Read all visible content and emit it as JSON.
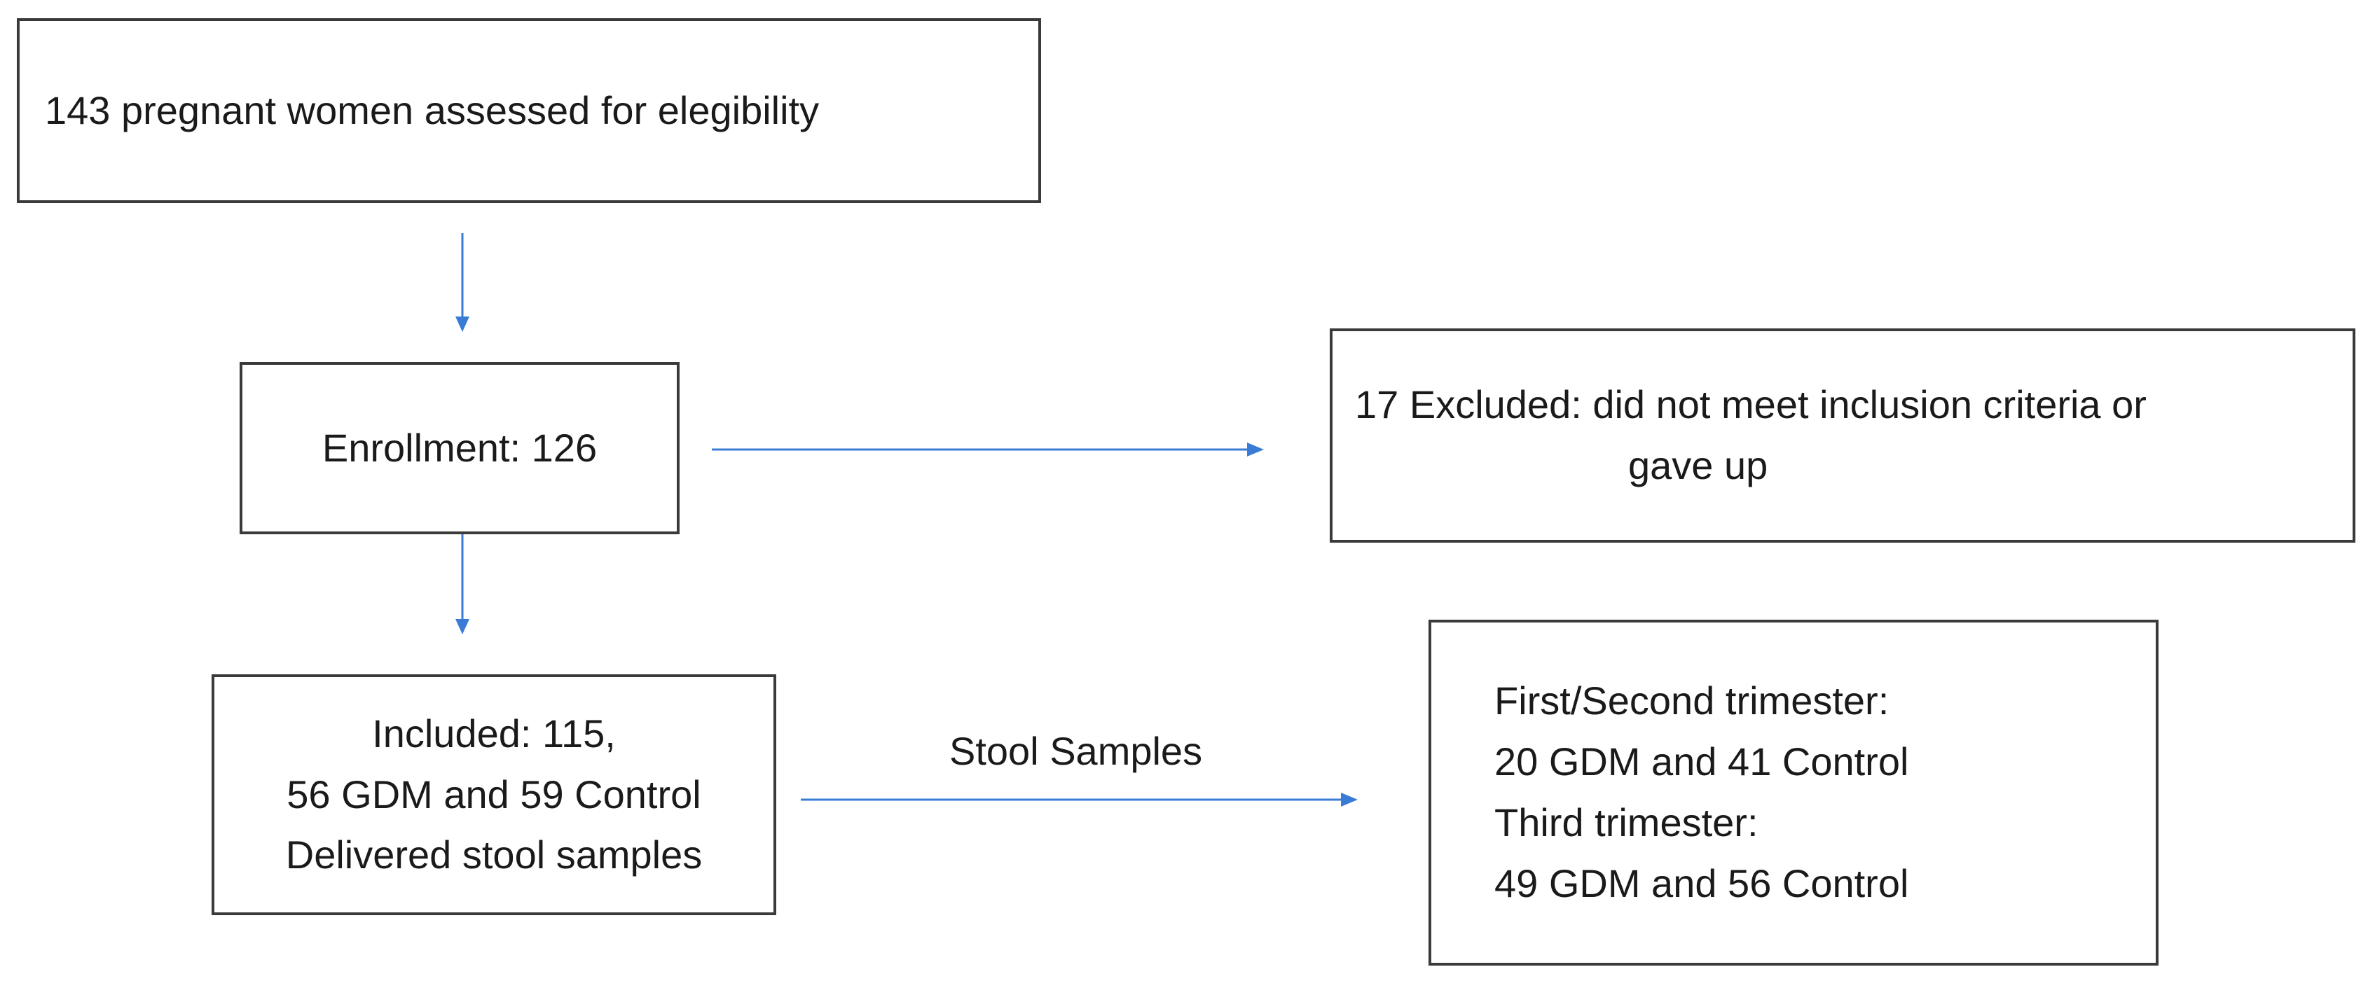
{
  "nodes": {
    "assessed": {
      "lines": [
        "143 pregnant women assessed for elegibility"
      ]
    },
    "enrollment": {
      "lines": [
        "Enrollment: 126"
      ]
    },
    "excluded": {
      "lines": [
        "17 Excluded: did not meet inclusion criteria or",
        "gave up"
      ]
    },
    "included": {
      "lines": [
        "Included: 115,",
        "56 GDM and 59 Control",
        "Delivered stool samples"
      ]
    },
    "samples": {
      "lines": [
        "First/Second trimester:",
        "20 GDM and 41 Control",
        "Third trimester:",
        "49 GDM and 56 Control"
      ]
    }
  },
  "edges": {
    "samples_label": "Stool Samples"
  },
  "colors": {
    "arrow": "#3a7bd5",
    "box_border": "#3a3a3a",
    "text": "#1a1a1a"
  }
}
